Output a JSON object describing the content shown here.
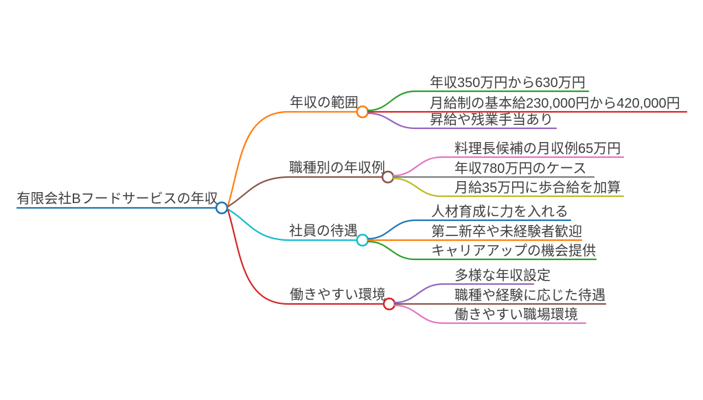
{
  "mindmap": {
    "title": "有限会社Bフードサービスの年収 mindmap",
    "text_color": "#3d3d3d",
    "background": "#ffffff",
    "root": {
      "label": "有限会社Bフードサービスの年収",
      "color": "#1f77b4"
    },
    "branches": [
      {
        "label": "年収の範囲",
        "color": "#ff7f0e",
        "leaves": [
          {
            "label": "年収350万円から630万円",
            "color": "#2ca02c"
          },
          {
            "label": "月給制の基本給230,000円から420,000円",
            "color": "#d62728"
          },
          {
            "label": "昇給や残業手当あり",
            "color": "#9467bd"
          }
        ]
      },
      {
        "label": "職種別の年収例",
        "color": "#8c564b",
        "leaves": [
          {
            "label": "料理長候補の月収例65万円",
            "color": "#e377c2"
          },
          {
            "label": "年収780万円のケース",
            "color": "#7f7f7f"
          },
          {
            "label": "月給35万円に歩合給を加算",
            "color": "#bcbd22"
          }
        ]
      },
      {
        "label": "社員の待遇",
        "color": "#17becf",
        "leaves": [
          {
            "label": "人材育成に力を入れる",
            "color": "#1f77b4"
          },
          {
            "label": "第二新卒や未経験者歓迎",
            "color": "#ff7f0e"
          },
          {
            "label": "キャリアアップの機会提供",
            "color": "#2ca02c"
          }
        ]
      },
      {
        "label": "働きやすい環境",
        "color": "#d62728",
        "leaves": [
          {
            "label": "多様な年収設定",
            "color": "#9467bd"
          },
          {
            "label": "職種や経験に応じた待遇",
            "color": "#8c564b"
          },
          {
            "label": "働きやすい職場環境",
            "color": "#e377c2"
          }
        ]
      }
    ]
  }
}
